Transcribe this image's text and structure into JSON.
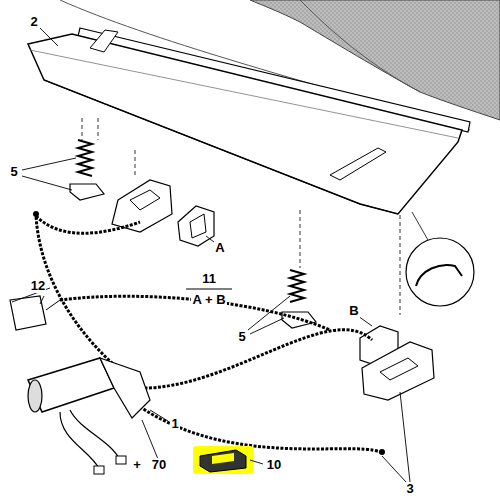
{
  "diagram": {
    "labels": [
      "2",
      "5",
      "A",
      "11",
      "A + B",
      "12",
      "5",
      "B",
      "1",
      "3",
      "+",
      "70",
      "10"
    ]
  }
}
